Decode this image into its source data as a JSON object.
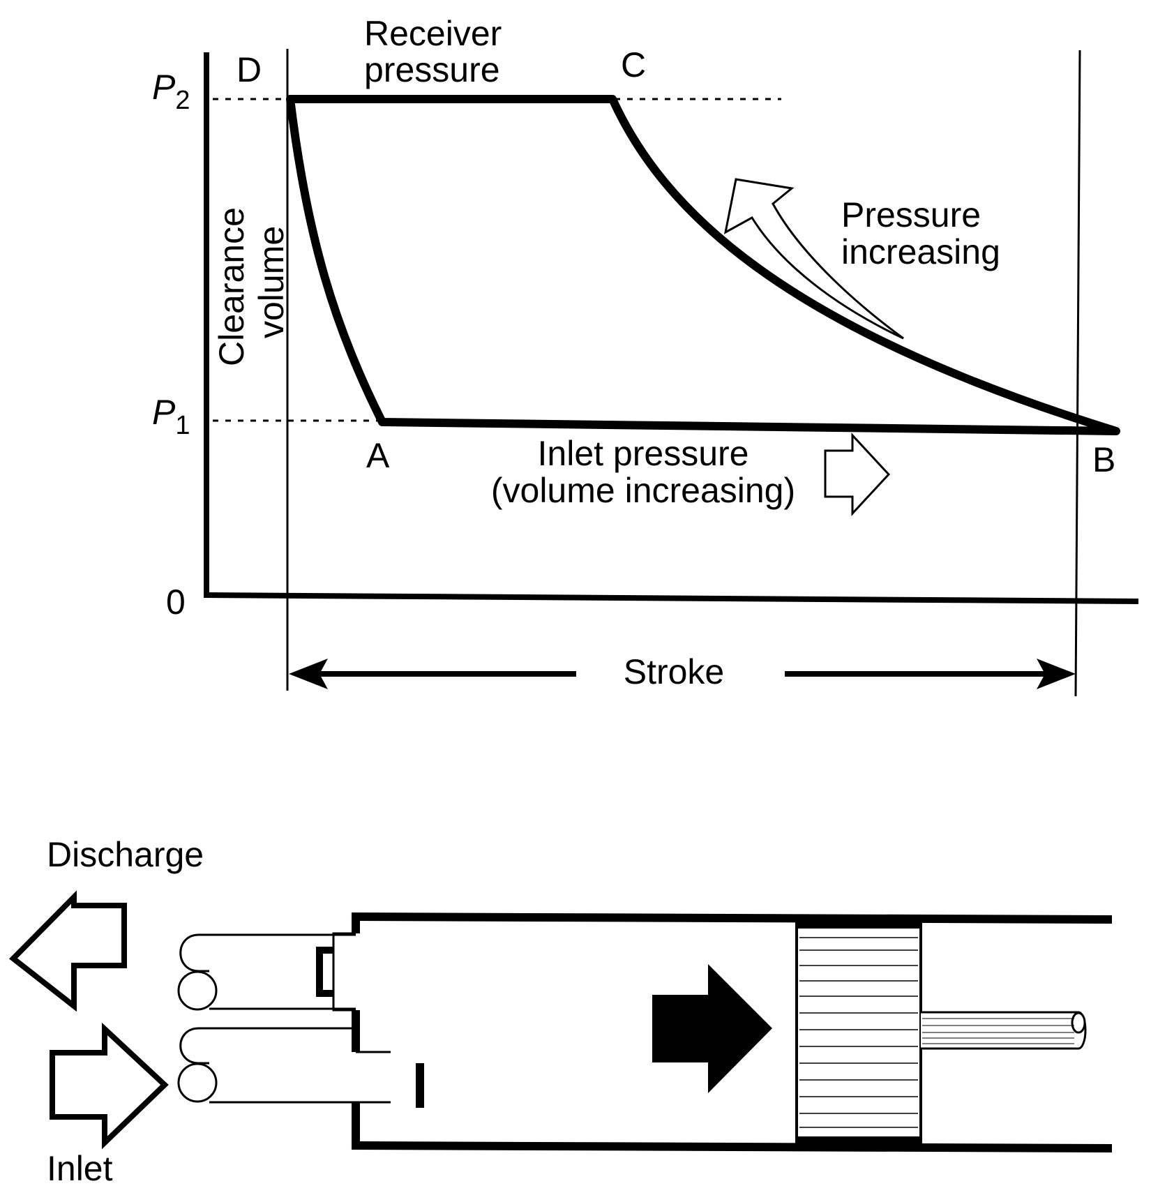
{
  "diagram": {
    "axis": {
      "p2_symbol": "P",
      "p2_subscript": "2",
      "p1_symbol": "P",
      "p1_subscript": "1",
      "zero": "0"
    },
    "points": {
      "a": "A",
      "b": "B",
      "c": "C",
      "d": "D"
    },
    "labels": {
      "receiver_line1": "Receiver",
      "receiver_line2": "pressure",
      "pressure_increasing_line1": "Pressure",
      "pressure_increasing_line2": "increasing",
      "clearance_line1": "Clearance",
      "clearance_line2": "volume",
      "inlet_pressure_line1": "Inlet pressure",
      "inlet_pressure_line2": "(volume increasing)",
      "stroke": "Stroke"
    },
    "cylinder": {
      "discharge": "Discharge",
      "inlet": "Inlet"
    }
  }
}
